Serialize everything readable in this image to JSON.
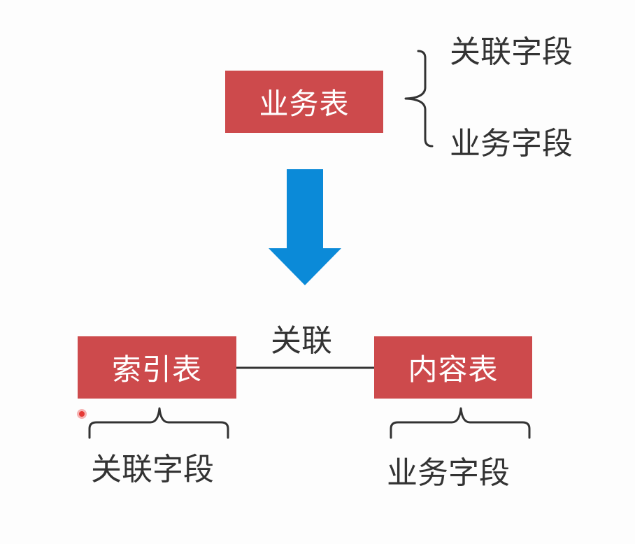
{
  "top": {
    "table_label": "业务表",
    "fields": [
      "关联字段",
      "业务字段"
    ]
  },
  "relation_label": "关联",
  "bottom": {
    "left": {
      "table_label": "索引表",
      "field_label": "关联字段"
    },
    "right": {
      "table_label": "内容表",
      "field_label": "业务字段"
    }
  },
  "colors": {
    "box_fill": "#cd4a4c",
    "box_text": "#ffffff",
    "arrow_fill": "#0b8ad8",
    "line_color": "#333333",
    "cursor_dot": "#e53935"
  },
  "icons": {
    "arrow": "down-arrow-icon",
    "brace_right": "right-brace-icon",
    "brace_up": "up-brace-icon",
    "cursor": "cursor-dot-icon"
  }
}
